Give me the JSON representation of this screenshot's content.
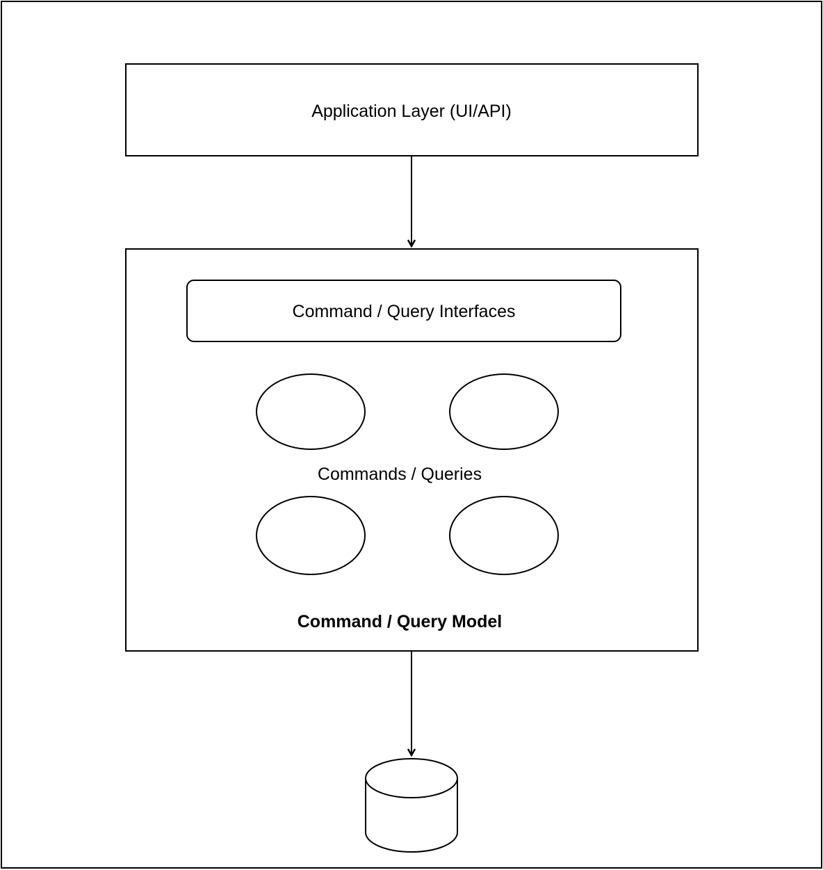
{
  "diagram": {
    "application_layer": {
      "label": "Application Layer (UI/API)"
    },
    "model": {
      "interfaces_label": "Command / Query Interfaces",
      "items_label": "Commands / Queries",
      "title": "Command / Query Model"
    }
  },
  "colors": {
    "stroke": "#000000",
    "background": "#ffffff"
  }
}
